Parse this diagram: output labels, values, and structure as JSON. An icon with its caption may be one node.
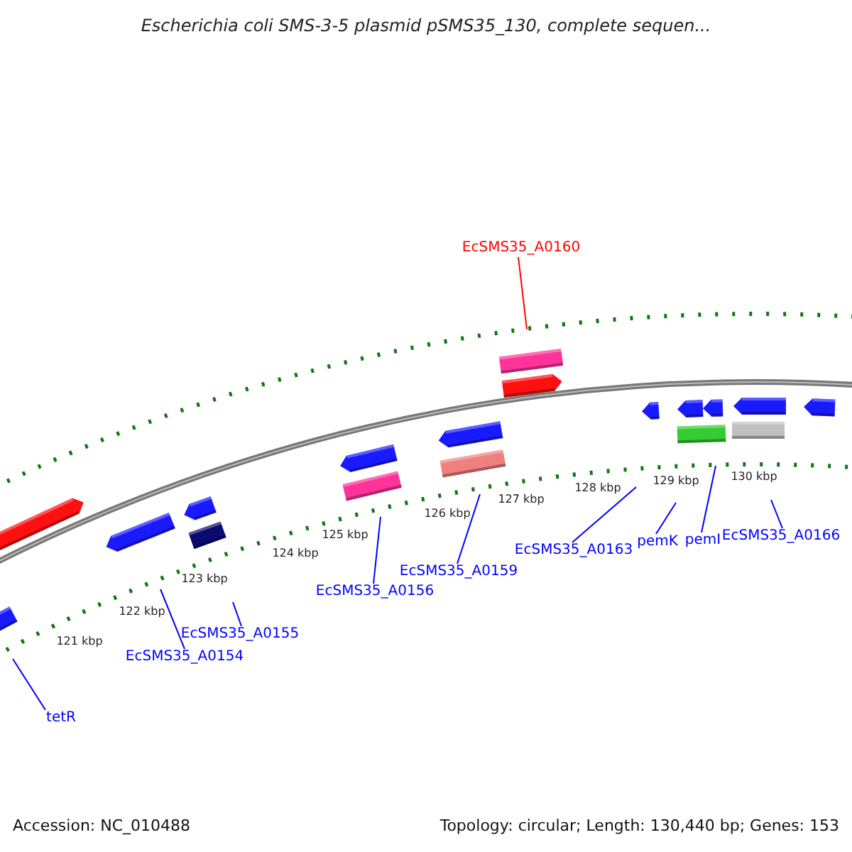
{
  "diagram": {
    "title": "Escherichia coli SMS-3-5 plasmid pSMS35_130, complete sequen...",
    "nodes": [
      {
        "text": [
          "EcSMS35_A0160"
        ]
      },
      {
        "text": [
          "tetR"
        ]
      },
      {
        "text": [
          "EcSMS35_A0154"
        ]
      },
      {
        "text": [
          "EcSMS35_A0155"
        ]
      },
      {
        "text": [
          "EcSMS35_A0156"
        ]
      },
      {
        "text": [
          "EcSMS35_A0159"
        ]
      },
      {
        "text": [
          "EcSMS35_A0163"
        ]
      },
      {
        "text": [
          "pemK"
        ]
      },
      {
        "text": [
          "pemI"
        ]
      },
      {
        "text": [
          "EcSMS35_A0166"
        ]
      }
    ],
    "edges": [
      {
        "from": 0,
        "to": null,
        "arrow": "none",
        "color": "#ff0000"
      },
      {
        "from": 1,
        "to": null,
        "arrow": "none"
      },
      {
        "from": 2,
        "to": null,
        "arrow": "none"
      },
      {
        "from": 3,
        "to": null,
        "arrow": "none"
      },
      {
        "from": 4,
        "to": null,
        "arrow": "none"
      },
      {
        "from": 5,
        "to": null,
        "arrow": "none"
      },
      {
        "from": 6,
        "to": null,
        "arrow": "none"
      },
      {
        "from": 7,
        "to": null,
        "arrow": "none"
      },
      {
        "from": 8,
        "to": null,
        "arrow": "none"
      },
      {
        "from": 9,
        "to": null,
        "arrow": "none"
      }
    ],
    "labels": [
      "121 kbp",
      "122 kbp",
      "123 kbp",
      "124 kbp",
      "125 kbp",
      "126 kbp",
      "127 kbp",
      "128 kbp",
      "129 kbp",
      "130 kbp",
      "Accession: NC_010488",
      "Topology: circular; Length: 130,440 bp; Genes: 153"
    ]
  }
}
